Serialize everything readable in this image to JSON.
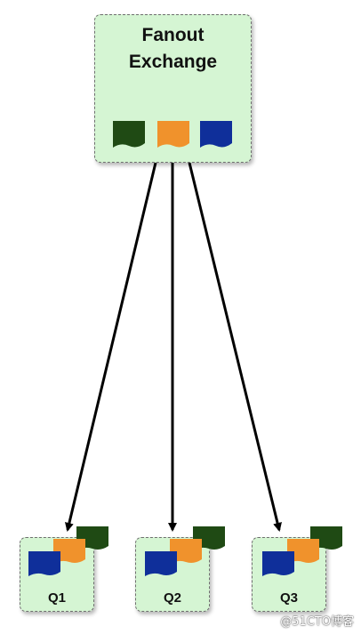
{
  "exchange": {
    "title_line1": "Fanout",
    "title_line2": "Exchange",
    "messages": [
      "#1f4a14",
      "#f0922c",
      "#0f2f9a"
    ]
  },
  "queues": [
    {
      "label": "Q1"
    },
    {
      "label": "Q2"
    },
    {
      "label": "Q3"
    }
  ],
  "colors": {
    "node_fill": "#d5f5d3",
    "msg_green": "#1f4a14",
    "msg_orange": "#f0922c",
    "msg_blue": "#0f2f9a",
    "arrow": "#000000"
  },
  "watermark": "@51CTO博客"
}
